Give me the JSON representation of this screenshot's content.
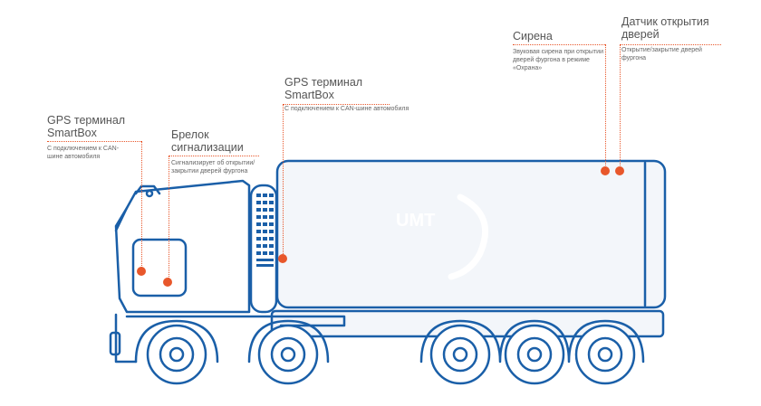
{
  "callouts": [
    {
      "title_line1": "GPS терминал",
      "title_line2": "SmartBox",
      "description": "С подключением к CAN-шине автомобиля"
    },
    {
      "title_line1": "Брелок",
      "title_line2": "сигнализации",
      "description": "Сигнализирует об открытии/закрытии дверей фургона"
    },
    {
      "title_line1": "GPS терминал",
      "title_line2": "SmartBox",
      "description": "С подключением к CAN-шине автомобиля"
    },
    {
      "title_line1": "Сирена",
      "title_line2": "",
      "description": "Звуковая сирена при открытии дверей фургона в режиме «Охрана»"
    },
    {
      "title_line1": "Датчик открытия",
      "title_line2": "дверей",
      "description": "Открытие/закрытие дверей фургона"
    }
  ],
  "truck_logo": "UMT",
  "colors": {
    "outline": "#1a5fa8",
    "accent": "#e8572b",
    "body_fill": "#f3f6fa",
    "text": "#4a4a4a"
  }
}
